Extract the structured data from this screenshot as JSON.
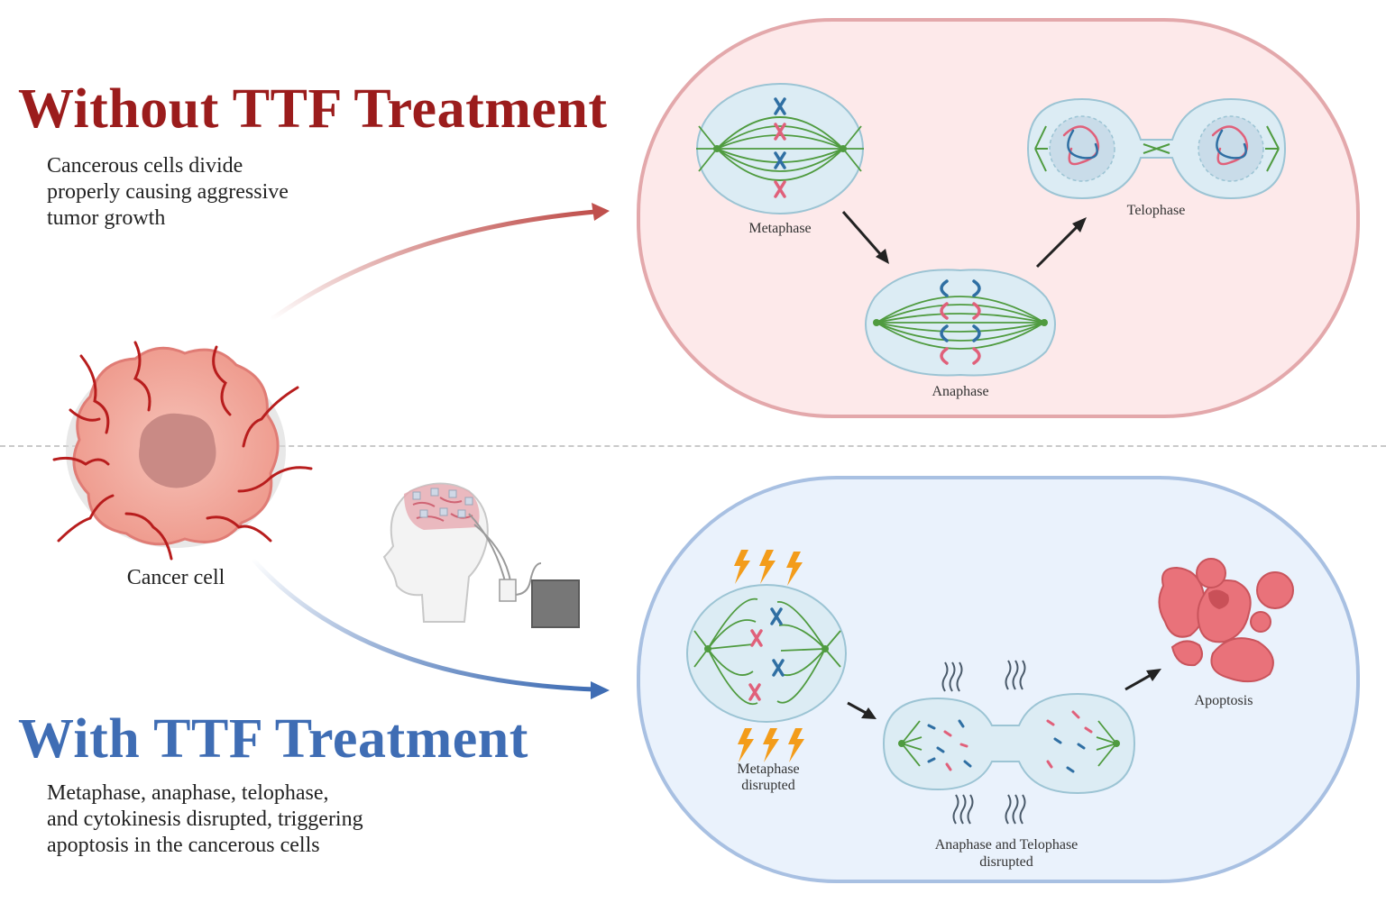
{
  "top": {
    "title": "Without TTF Treatment",
    "description_lines": [
      "Cancerous cells divide",
      "properly causing aggressive",
      "tumor growth"
    ],
    "stages": {
      "metaphase": "Metaphase",
      "anaphase": "Anaphase",
      "telophase": "Telophase"
    }
  },
  "bottom": {
    "title": "With TTF Treatment",
    "description_lines": [
      "Metaphase, anaphase, telophase,",
      "and cytokinesis disrupted, triggering",
      "apoptosis in the cancerous cells"
    ],
    "stages": {
      "metaphase_lines": [
        "Metaphase",
        "disrupted"
      ],
      "anaphase_lines": [
        "Anaphase and Telophase",
        "disrupted"
      ],
      "apoptosis": "Apoptosis"
    }
  },
  "center": {
    "cancer_cell_label": "Cancer cell"
  },
  "colors": {
    "top_title": "#9b1c1c",
    "bottom_title": "#3f6db4",
    "top_panel_fill": "#fde9ea",
    "top_panel_stroke": "#e3a8ab",
    "bottom_panel_fill": "#eaf2fc",
    "bottom_panel_stroke": "#a8c0e2",
    "spindle": "#4f9b3f",
    "chromosome_blue": "#2f6fa3",
    "chromosome_pink": "#e0607a",
    "lightning": "#f39c1a"
  }
}
